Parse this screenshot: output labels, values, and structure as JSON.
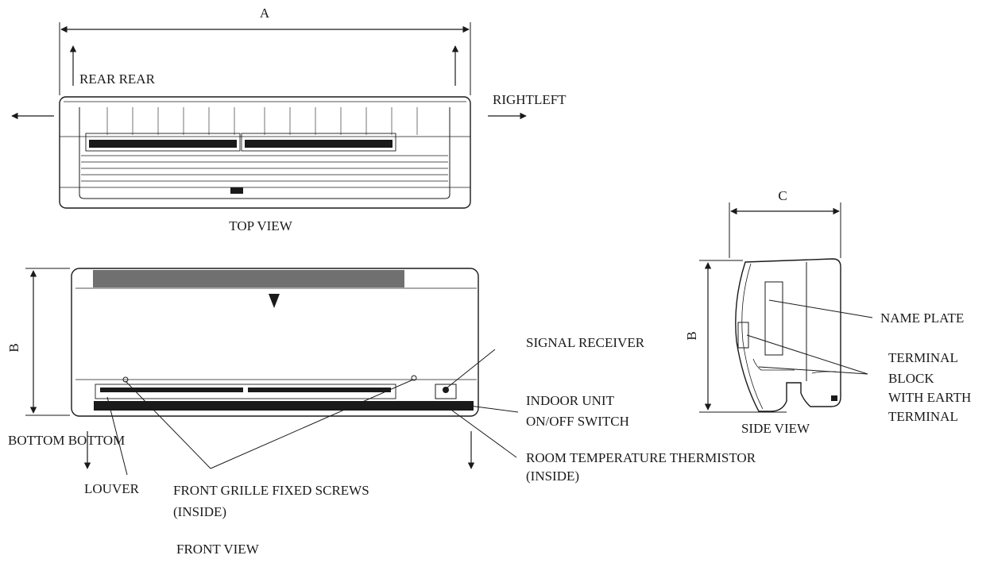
{
  "dimensions": {
    "a": "A",
    "b": "B",
    "c": "C"
  },
  "views": {
    "top": "TOP VIEW",
    "front": "FRONT VIEW",
    "side": "SIDE VIEW"
  },
  "directions": {
    "rear_pair": "REAR REAR",
    "right_left": "RIGHTLEFT",
    "bottom_pair": "BOTTOM BOTTOM"
  },
  "callouts": {
    "signal_receiver": "SIGNAL RECEIVER",
    "onoff_switch_line1": "INDOOR UNIT",
    "onoff_switch_line2": "ON/OFF SWITCH",
    "thermistor_line1": "ROOM TEMPERATURE THERMISTOR",
    "thermistor_line2": "(INSIDE)",
    "louver": "LOUVER",
    "screws_line1": "FRONT GRILLE FIXED SCREWS",
    "screws_line2": "(INSIDE)",
    "name_plate": "NAME PLATE",
    "terminal_line1": "TERMINAL",
    "terminal_line2": "BLOCK",
    "terminal_line3": "WITH EARTH",
    "terminal_line4": "TERMINAL"
  }
}
